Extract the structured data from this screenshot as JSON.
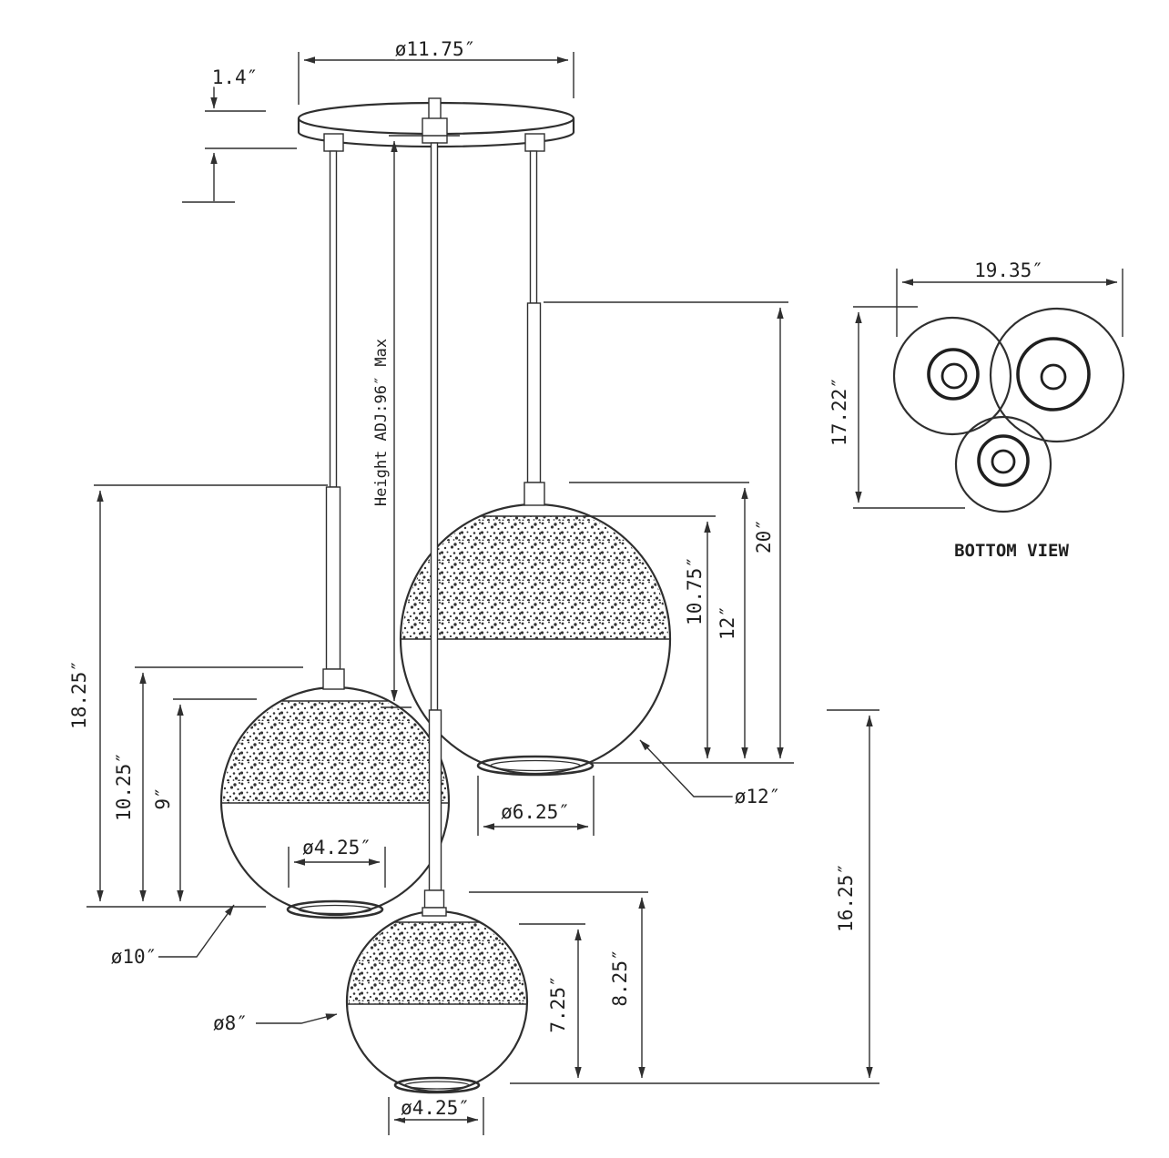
{
  "diagram": {
    "title_hint": "pendant light fixture dimension drawing",
    "front_view": {
      "canopy": {
        "diameter": "ø11.75″",
        "height": "1.4″"
      },
      "cords": {
        "height_adjust": "Height ADJ:96″ Max"
      },
      "overall": {
        "left_total_drop": "18.25″",
        "right_total_drop": "16.25″"
      },
      "large_globe": {
        "diameter": "ø12″",
        "opening": "ø6.25″",
        "glass_height": "10.75″",
        "with_stem": "12″",
        "overall_drop": "20″"
      },
      "medium_globe": {
        "diameter": "ø10″",
        "opening": "ø4.25″",
        "glass_height": "9″",
        "with_stem": "10.25″"
      },
      "small_globe": {
        "diameter": "ø8″",
        "opening": "ø4.25″",
        "glass_height": "7.25″",
        "with_stem": "8.25″"
      }
    },
    "bottom_view": {
      "caption": "BOTTOM VIEW",
      "width": "19.35″",
      "height": "17.22″"
    }
  }
}
